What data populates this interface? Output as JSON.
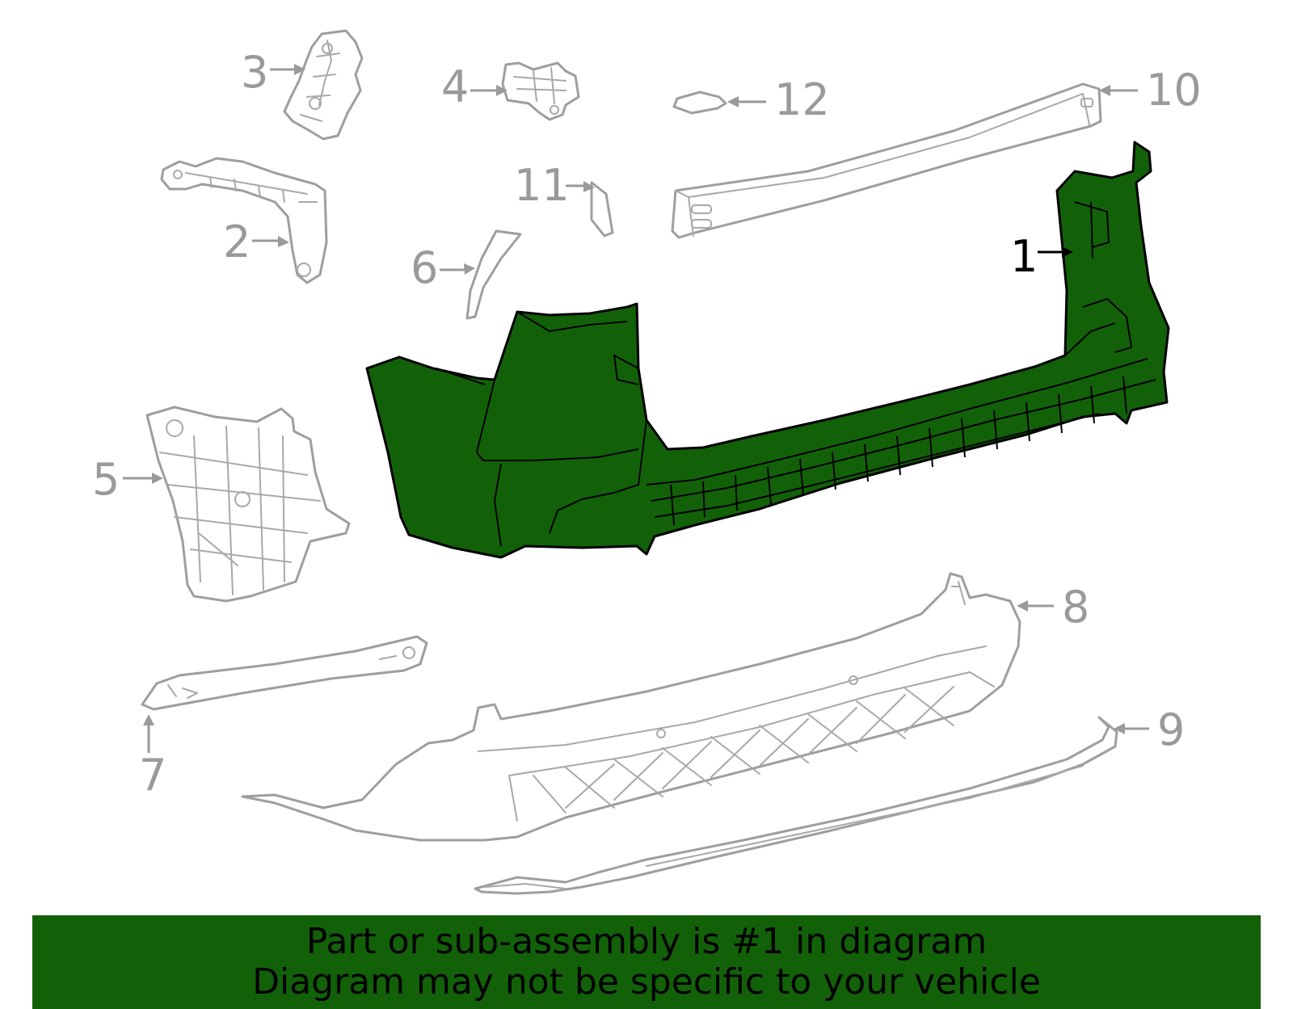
{
  "colors": {
    "highlight_part": "#126109",
    "banner": "#126109",
    "outline": "#9e9e9e",
    "label": "#9a9a9a",
    "highlight_label": "#000000"
  },
  "callouts": {
    "c1": "1",
    "c2": "2",
    "c3": "3",
    "c4": "4",
    "c5": "5",
    "c6": "6",
    "c7": "7",
    "c8": "8",
    "c9": "9",
    "c10": "10",
    "c11": "11",
    "c12": "12"
  },
  "highlighted_callout": "1",
  "banner": {
    "line1": "Part or sub-assembly is #1 in diagram",
    "line2": "Diagram may not be specific to your vehicle"
  }
}
